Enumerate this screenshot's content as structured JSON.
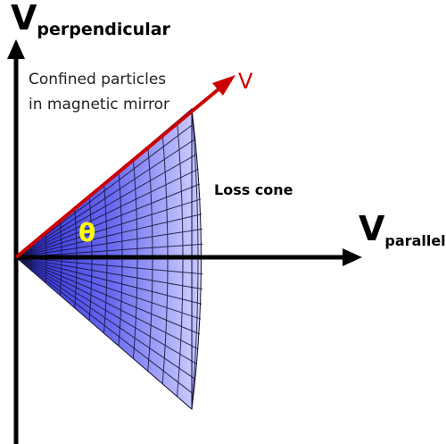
{
  "axes": {
    "vertical": {
      "symbol": "V",
      "subscript": "perpendicular"
    },
    "horizontal": {
      "symbol": "V",
      "subscript": "parallel"
    }
  },
  "labels": {
    "confined_line1": "Confined particles",
    "confined_line2": "in magnetic mirror",
    "velocity": "V",
    "angle": "θ",
    "loss_cone": "Loss cone"
  },
  "colors": {
    "axis": "#000000",
    "velocity_vector": "#cc0000",
    "velocity_label": "#cc0000",
    "angle_label": "#ffff00",
    "cone_fill_dark": "#2a2ad8",
    "cone_fill_light": "#d2d2ff",
    "cone_grid": "#111133"
  }
}
